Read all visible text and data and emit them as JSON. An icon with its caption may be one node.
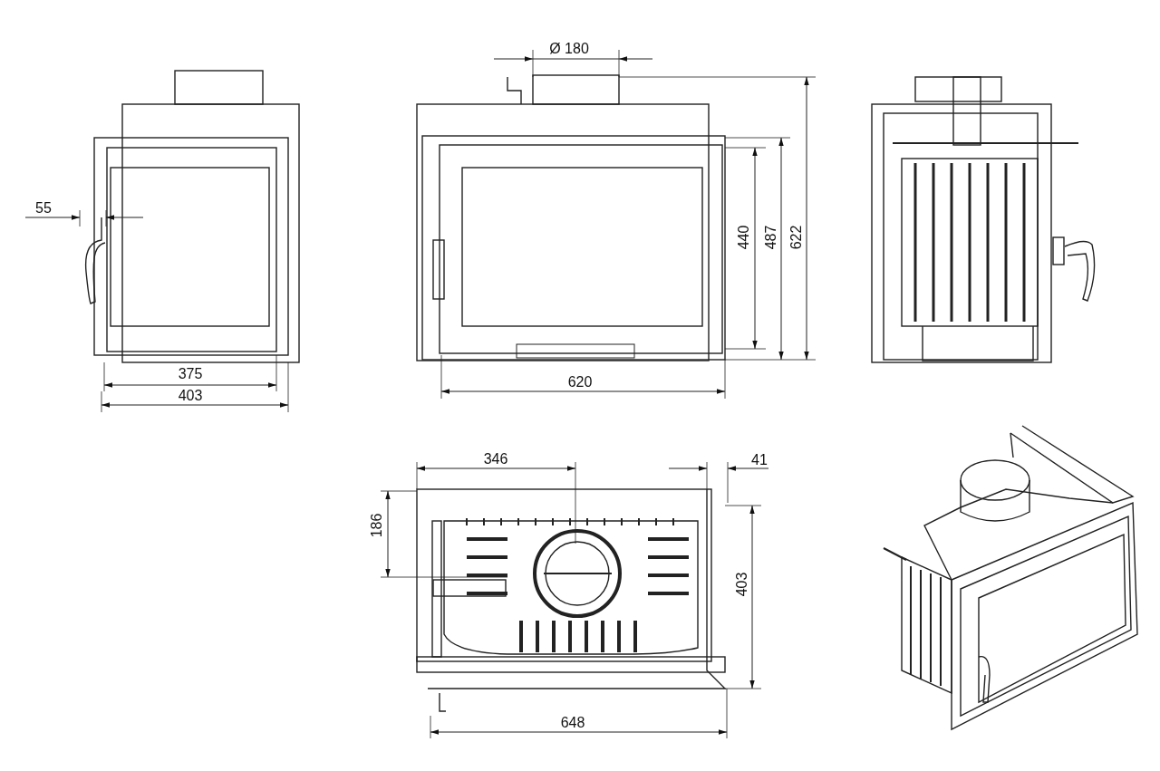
{
  "diagram": {
    "labels": [
      "Ø 180",
      "55",
      "440",
      "487",
      "622",
      "375",
      "620",
      "403",
      "346",
      "41",
      "186",
      "403",
      "648"
    ]
  }
}
